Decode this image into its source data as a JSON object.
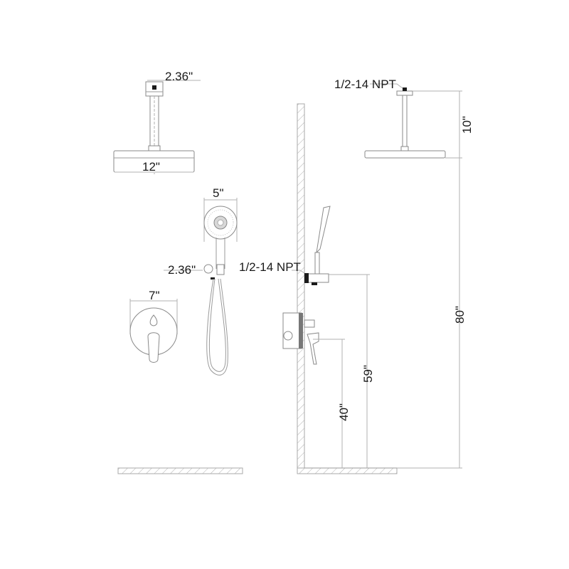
{
  "drawing": {
    "title": "Shower system dimension drawing",
    "colors": {
      "line": "#9a9a9a",
      "text": "#1a1a1a",
      "hatch": "#b0b0b0",
      "background": "#ffffff"
    }
  },
  "components": {
    "rain_head": {
      "arm_width": "2.36\"",
      "head_diameter": "12\""
    },
    "hand_shower": {
      "head_width": "5\"",
      "holder_width": "2.36\""
    },
    "valve_trim": {
      "plate_diameter": "7\""
    }
  },
  "side_view": {
    "ceiling_thread": "1/2-14 NPT",
    "outlet_thread": "1/2-14 NPT",
    "arm_drop": "10\"",
    "head_height": "80\"",
    "holder_height": "59\"",
    "valve_height": "40\""
  }
}
